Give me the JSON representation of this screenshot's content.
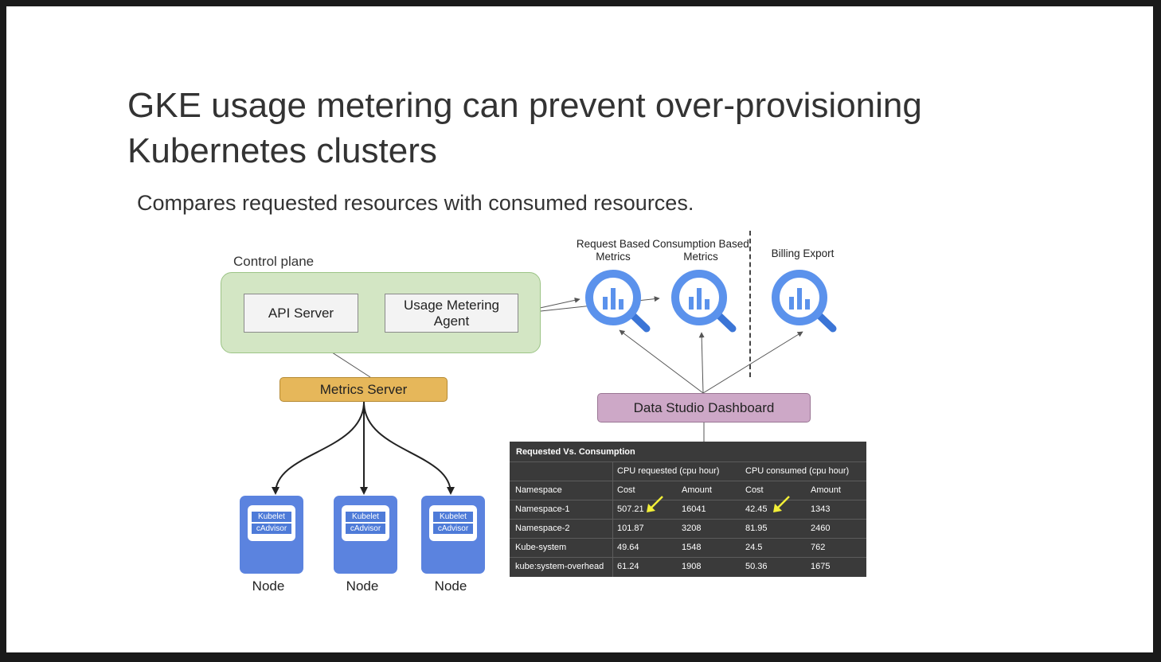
{
  "slide": {
    "title": "GKE usage metering can prevent over-provisioning Kubernetes clusters",
    "subtitle": "Compares requested resources with consumed resources."
  },
  "diagram": {
    "control_plane_label": "Control plane",
    "api_server": "API Server",
    "usage_metering_agent": "Usage Metering Agent",
    "metrics_server": "Metrics Server",
    "data_studio_dashboard": "Data Studio Dashboard",
    "nodes": [
      {
        "kubelet": "Kubelet",
        "cadvisor": "cAdvisor",
        "label": "Node"
      },
      {
        "kubelet": "Kubelet",
        "cadvisor": "cAdvisor",
        "label": "Node"
      },
      {
        "kubelet": "Kubelet",
        "cadvisor": "cAdvisor",
        "label": "Node"
      }
    ],
    "bigquery": [
      {
        "label": "Request Based Metrics",
        "icon": "bigquery-icon"
      },
      {
        "label": "Consumption Based Metrics",
        "icon": "bigquery-icon"
      },
      {
        "label": "Billing Export",
        "icon": "bigquery-icon"
      }
    ],
    "colors": {
      "control_plane_fill": "#d3e6c4",
      "metrics_server_fill": "#e6b75a",
      "dashboard_fill": "#cda8c7",
      "node_fill": "#5b83df",
      "bigquery_blue": "#4a84e8",
      "table_bg": "#3a3a3a",
      "highlight_arrow": "#f2ef38"
    }
  },
  "table": {
    "title": "Requested Vs. Consumption",
    "group_headers": [
      "CPU requested (cpu hour)",
      "CPU consumed (cpu hour)"
    ],
    "columns": [
      "Namespace",
      "Cost",
      "Amount",
      "Cost",
      "Amount"
    ],
    "rows": [
      [
        "Namespace-1",
        "507.21",
        "16041",
        "42.45",
        "1343"
      ],
      [
        "Namespace-2",
        "101.87",
        "3208",
        "81.95",
        "2460"
      ],
      [
        "Kube-system",
        "49.64",
        "1548",
        "24.5",
        "762"
      ],
      [
        "kube:system-overhead",
        "61.24",
        "1908",
        "50.36",
        "1675"
      ]
    ]
  }
}
